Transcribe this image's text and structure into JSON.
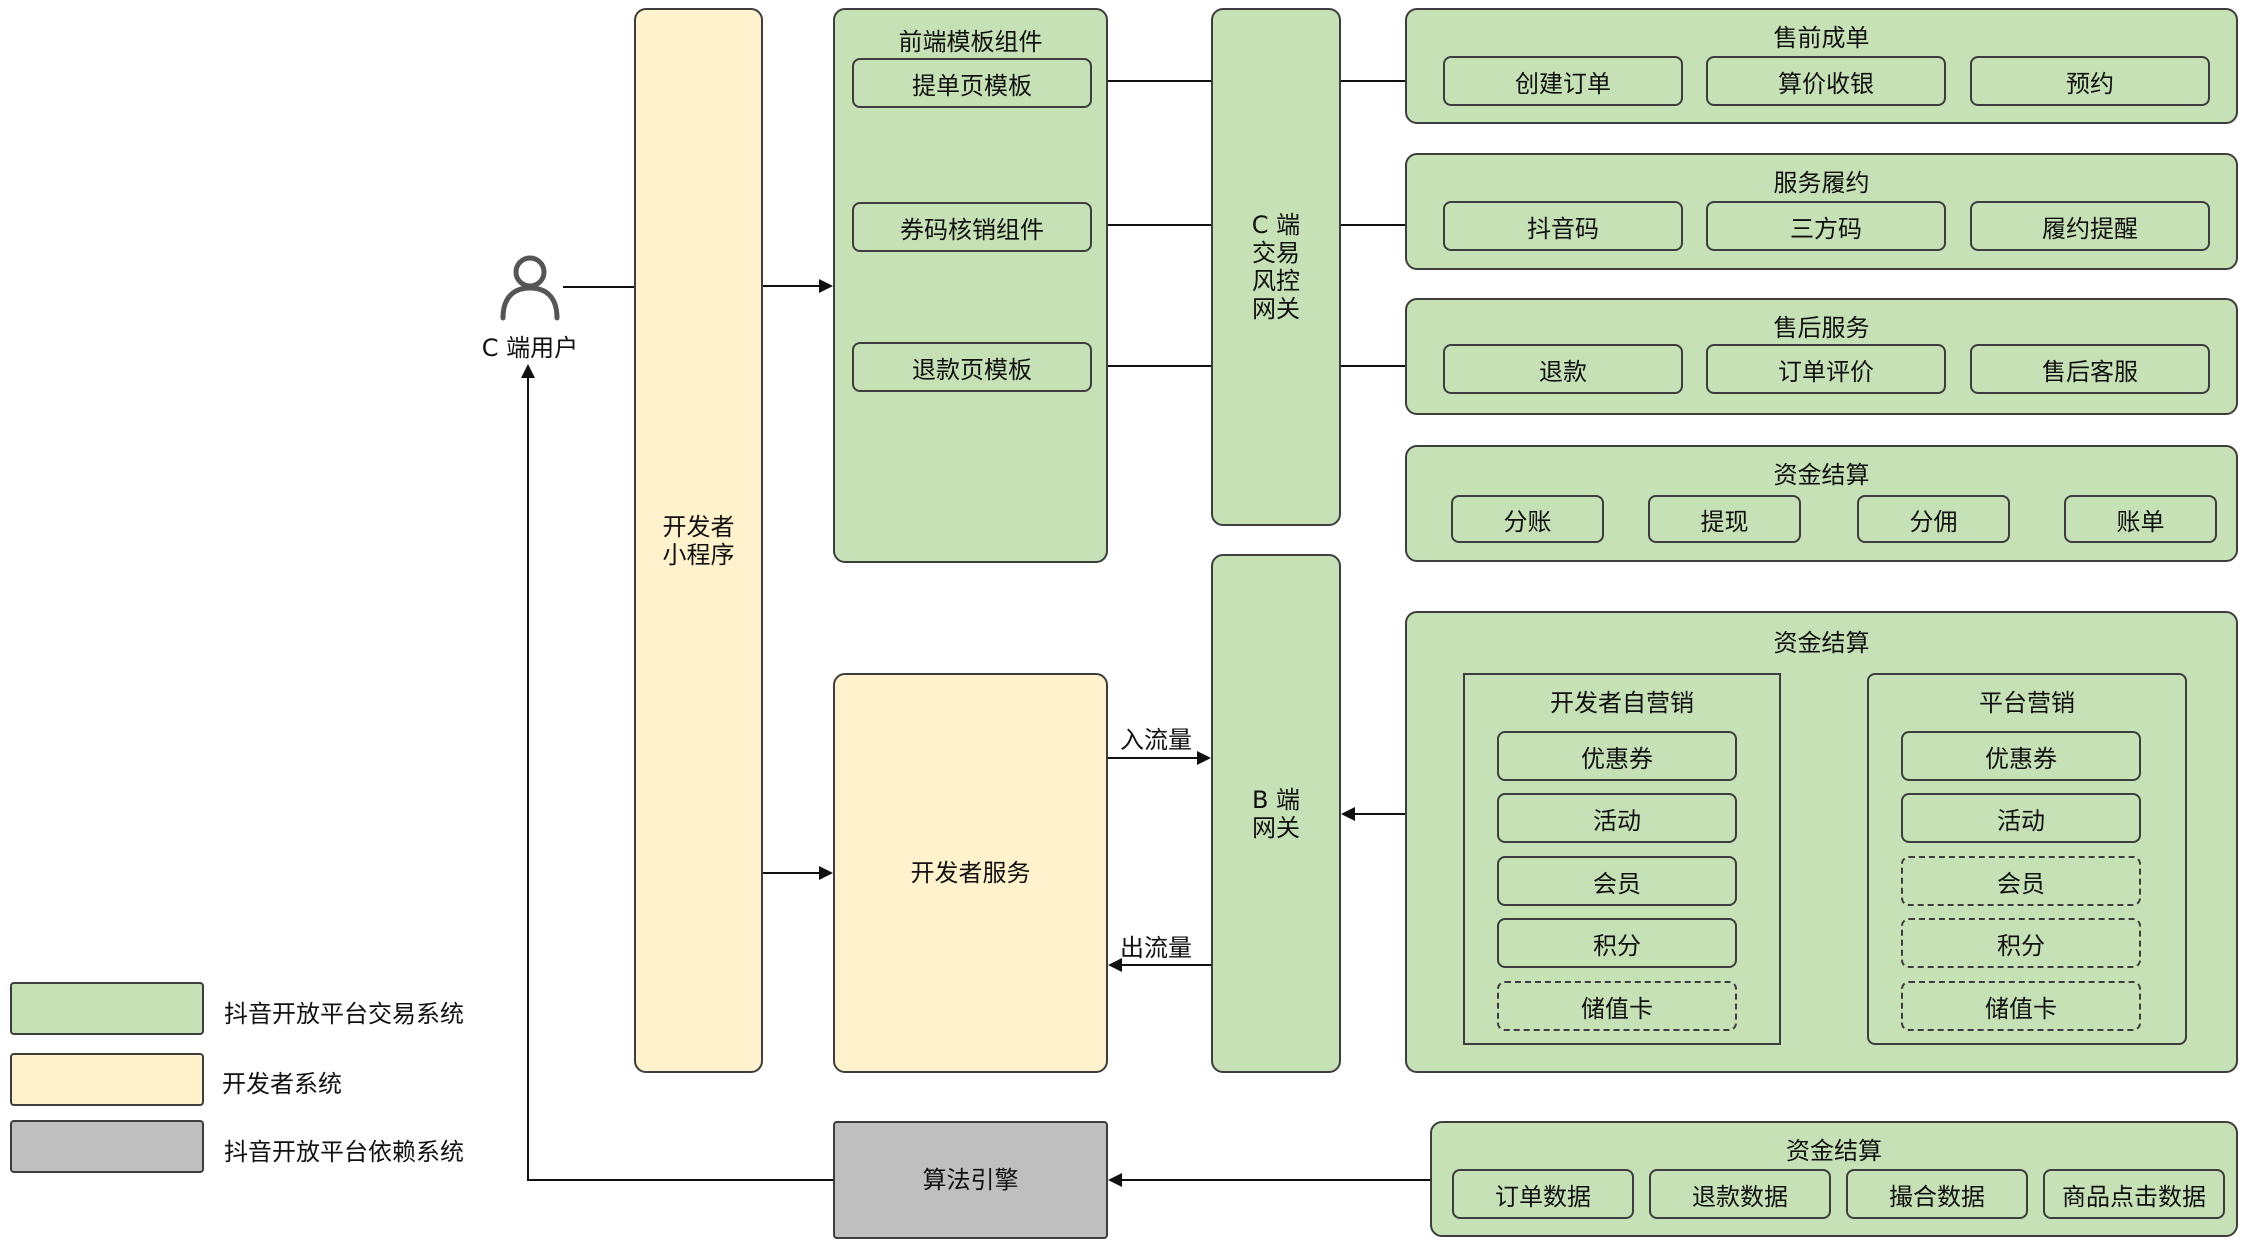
{
  "user": {
    "label": "C 端用户"
  },
  "dev_mini_program": {
    "label": "开发者\n小程序"
  },
  "frontend": {
    "title": "前端模板组件",
    "items": [
      "提单页模板",
      "券码核销组件",
      "退款页模板"
    ]
  },
  "c_gateway": {
    "label": "C 端\n交易\n风控\n网关"
  },
  "b_gateway": {
    "label": "B 端\n网关"
  },
  "presale": {
    "title": "售前成单",
    "items": [
      "创建订单",
      "算价收银",
      "预约"
    ]
  },
  "fulfill": {
    "title": "服务履约",
    "items": [
      "抖音码",
      "三方码",
      "履约提醒"
    ]
  },
  "aftersale": {
    "title": "售后服务",
    "items": [
      "退款",
      "订单评价",
      "售后客服"
    ]
  },
  "settlement": {
    "title": "资金结算",
    "items": [
      "分账",
      "提现",
      "分佣",
      "账单"
    ]
  },
  "marketing": {
    "title": "资金结算",
    "dev": {
      "title": "开发者自营销",
      "items": [
        "优惠券",
        "活动",
        "会员",
        "积分",
        "储值卡"
      ]
    },
    "platform": {
      "title": "平台营销",
      "items": [
        "优惠券",
        "活动",
        "会员",
        "积分",
        "储值卡"
      ]
    }
  },
  "dev_service": {
    "label": "开发者服务"
  },
  "flow": {
    "in": "入流量",
    "out": "出流量"
  },
  "algo": {
    "label": "算法引擎"
  },
  "data_box": {
    "title": "资金结算",
    "items": [
      "订单数据",
      "退款数据",
      "撮合数据",
      "商品点击数据"
    ]
  },
  "legend": {
    "items": [
      {
        "label": "抖音开放平台交易系统",
        "color": "#c5e1b5"
      },
      {
        "label": "开发者系统",
        "color": "#fff2cc"
      },
      {
        "label": "抖音开放平台依赖系统",
        "color": "#bfbfbf"
      }
    ]
  }
}
